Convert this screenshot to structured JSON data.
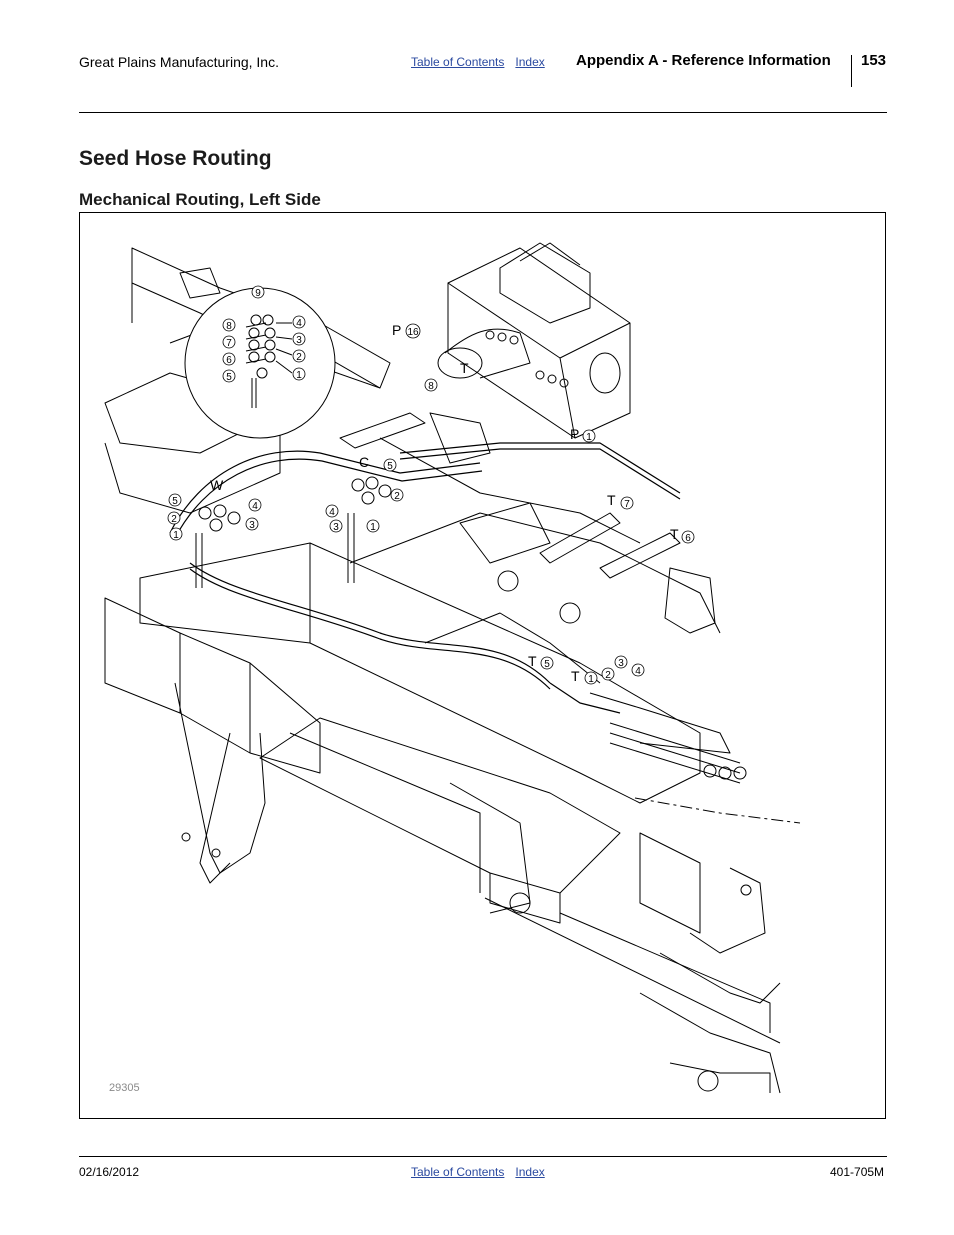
{
  "header": {
    "company": "Great Plains Manufacturing, Inc.",
    "toc_link": "Table of Contents",
    "index_link": "Index",
    "section": "Appendix A - Reference Information",
    "page_number": "153"
  },
  "main": {
    "title": "Seed Hose Routing",
    "subtitle": "Mechanical Routing, Left Side"
  },
  "figure": {
    "id": "29305",
    "letters": {
      "p_top": "P",
      "t_top": "T",
      "p_right": "P",
      "c": "C",
      "w": "W",
      "t7": "T",
      "t6": "T",
      "t5": "T",
      "t1": "T"
    },
    "numbers": {
      "inset_9": "9",
      "inset_8": "8",
      "inset_7": "7",
      "inset_6": "6",
      "inset_5": "5",
      "inset_4": "4",
      "inset_3": "3",
      "inset_2": "2",
      "inset_1": "1",
      "p16": "16",
      "c8": "8",
      "p1": "1",
      "c5": "5",
      "c2": "2",
      "c4": "4",
      "c3": "3",
      "c1": "1",
      "w5": "5",
      "w4": "4",
      "w2": "2",
      "w3": "3",
      "w1": "1",
      "t7": "7",
      "t6": "6",
      "t5": "5",
      "b1": "1",
      "b2": "2",
      "b3": "3",
      "b4": "4"
    }
  },
  "footer": {
    "date": "02/16/2012",
    "toc_link": "Table of Contents",
    "index_link": "Index",
    "doc_number": "401-705M"
  }
}
